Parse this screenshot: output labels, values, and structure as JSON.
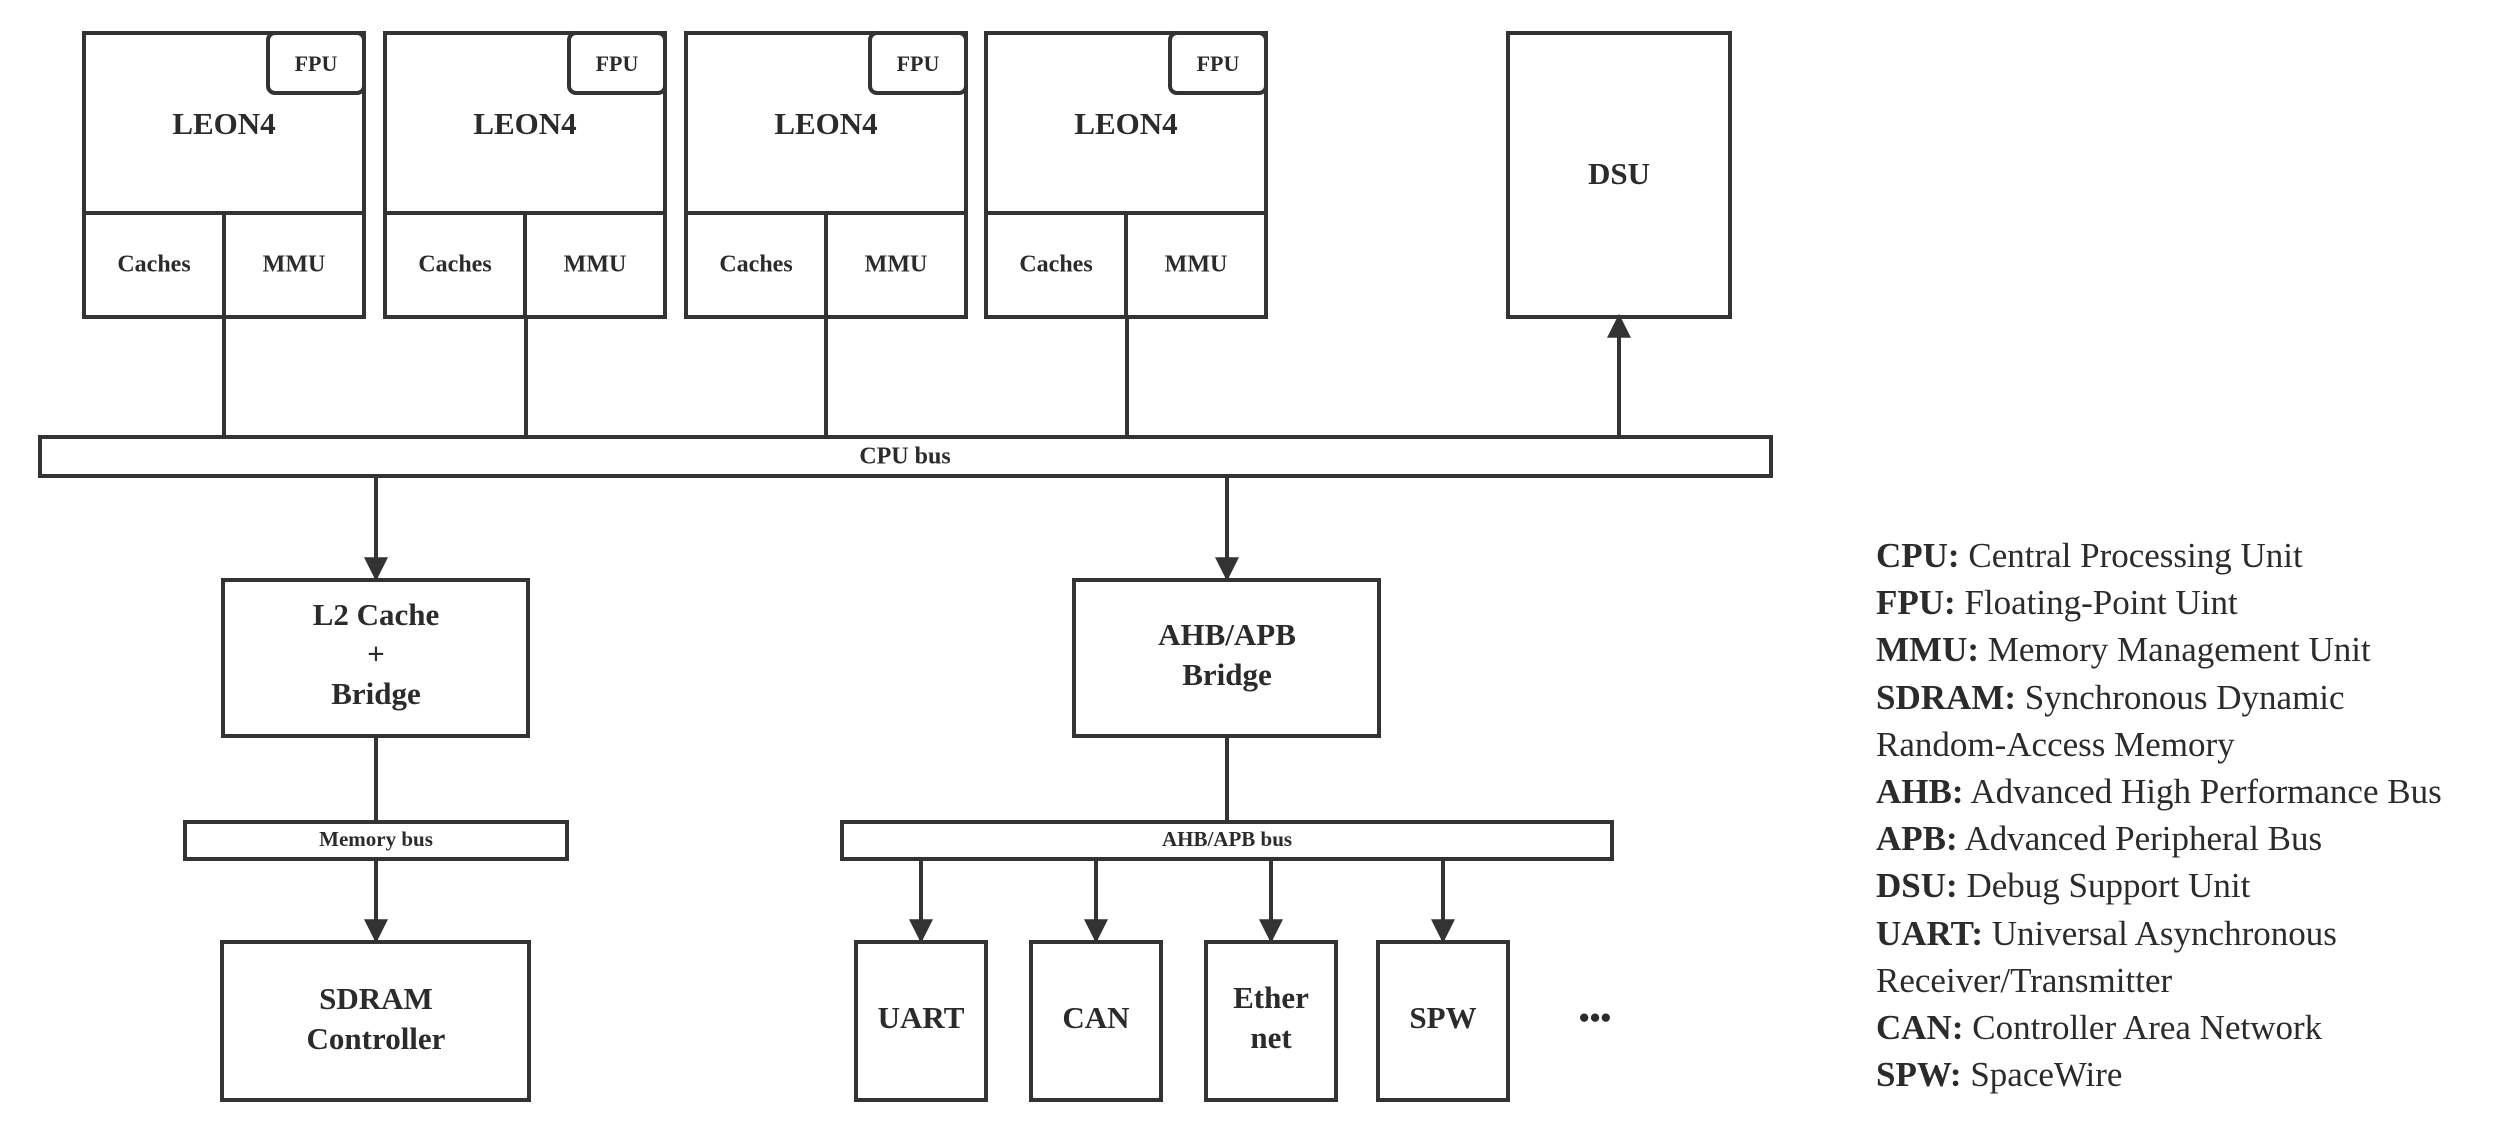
{
  "cpu_blocks": [
    {
      "core": "LEON4",
      "fpu": "FPU",
      "caches": "Caches",
      "mmu": "MMU"
    },
    {
      "core": "LEON4",
      "fpu": "FPU",
      "caches": "Caches",
      "mmu": "MMU"
    },
    {
      "core": "LEON4",
      "fpu": "FPU",
      "caches": "Caches",
      "mmu": "MMU"
    },
    {
      "core": "LEON4",
      "fpu": "FPU",
      "caches": "Caches",
      "mmu": "MMU"
    }
  ],
  "dsu": "DSU",
  "buses": {
    "cpu_bus": "CPU bus",
    "memory_bus": "Memory bus",
    "ahb_apb_bus": "AHB/APB bus"
  },
  "l2_bridge": [
    "L2 Cache",
    "+",
    "Bridge"
  ],
  "ahb_apb_bridge": [
    "AHB/APB",
    "Bridge"
  ],
  "sdram_controller": [
    "SDRAM",
    "Controller"
  ],
  "peripherals": [
    {
      "id": "uart",
      "lines": [
        "UART"
      ]
    },
    {
      "id": "can",
      "lines": [
        "CAN"
      ]
    },
    {
      "id": "ethernet",
      "lines": [
        "Ether",
        "net"
      ]
    },
    {
      "id": "spw",
      "lines": [
        "SPW"
      ]
    }
  ],
  "ellipsis": "•••",
  "legend": [
    {
      "abbr": "CPU:",
      "text": " Central Processing Unit"
    },
    {
      "abbr": "FPU:",
      "text": " Floating-Point Uint"
    },
    {
      "abbr": "MMU:",
      "text": " Memory Management Unit"
    },
    {
      "abbr": "SDRAM:",
      "text": " Synchronous Dynamic"
    },
    {
      "abbr": "",
      "text": "Random-Access Memory"
    },
    {
      "abbr": "AHB:",
      "text": " Advanced High Performance Bus"
    },
    {
      "abbr": "APB:",
      "text": " Advanced Peripheral Bus"
    },
    {
      "abbr": "DSU:",
      "text": " Debug Support Unit"
    },
    {
      "abbr": "UART:",
      "text": " Universal Asynchronous"
    },
    {
      "abbr": "",
      "text": "Receiver/Transmitter"
    },
    {
      "abbr": "CAN:",
      "text": " Controller Area Network"
    },
    {
      "abbr": "SPW:",
      "text": " SpaceWire"
    }
  ],
  "colors": {
    "stroke": "#333333",
    "text": "#2b2b2b",
    "background": "#ffffff"
  }
}
